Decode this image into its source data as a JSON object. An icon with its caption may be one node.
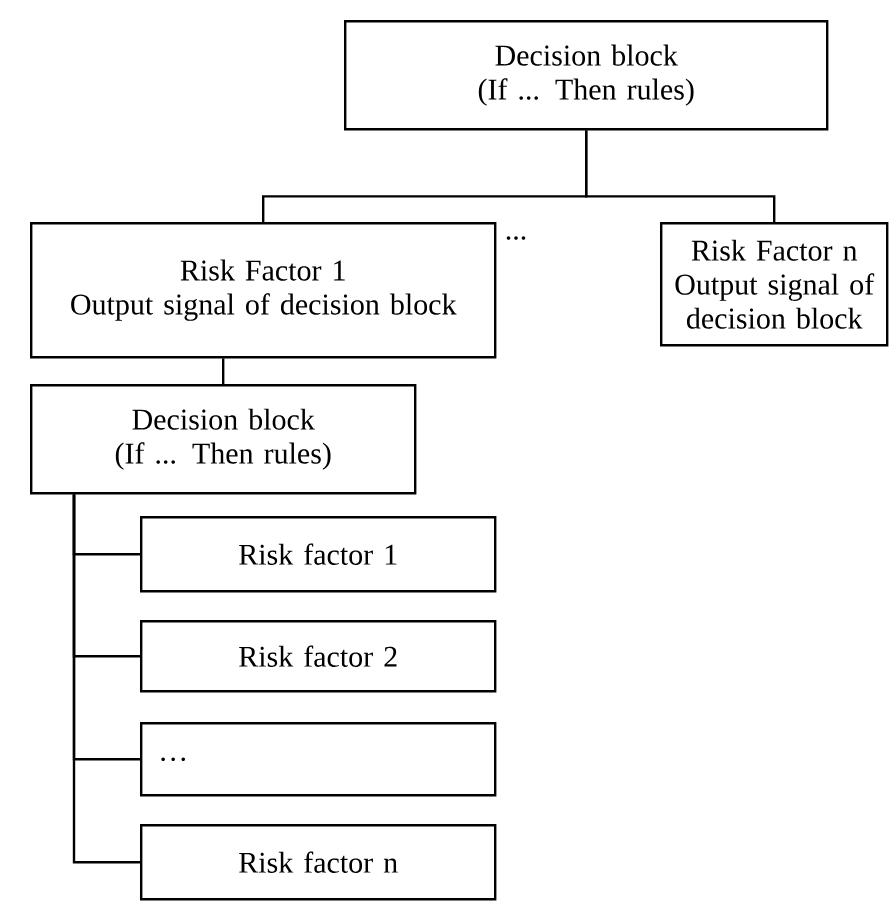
{
  "diagram": {
    "nodes": [
      {
        "text": [
          "Decision block",
          "(If ... Then rules)"
        ]
      },
      {
        "text": [
          "Risk Factor 1",
          "Output signal of decision block"
        ]
      },
      {
        "text": [
          "Risk Factor n",
          "Output signal of decision block"
        ]
      },
      {
        "text": [
          "Decision block",
          "(If ... Then rules)"
        ]
      },
      {
        "text": [
          "Risk factor 1"
        ]
      },
      {
        "text": [
          "Risk factor 2"
        ]
      },
      {
        "text": [
          "…"
        ]
      },
      {
        "text": [
          "Risk factor n"
        ]
      }
    ],
    "edges": [
      {
        "from": 0,
        "to": 1,
        "arrow": "none"
      },
      {
        "from": 0,
        "to": 2,
        "arrow": "none"
      },
      {
        "from": 1,
        "to": 3,
        "arrow": "none"
      },
      {
        "from": 3,
        "to": 4,
        "arrow": "none"
      },
      {
        "from": 3,
        "to": 5,
        "arrow": "none"
      },
      {
        "from": 3,
        "to": 6,
        "arrow": "none"
      },
      {
        "from": 3,
        "to": 7,
        "arrow": "none"
      }
    ],
    "labels": [
      "..."
    ]
  }
}
